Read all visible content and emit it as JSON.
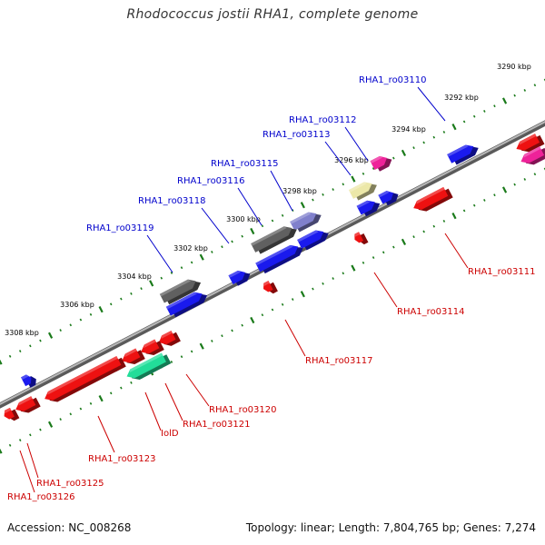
{
  "title": "Rhodococcus jostii RHA1, complete genome",
  "accession": "Accession: NC_008268",
  "stats": "Topology: linear; Length: 7,804,765 bp; Genes: 7,274",
  "colors": {
    "backbone": "#8a8a8a",
    "tick": "#1a7a1a",
    "forward_label": "#0000cc",
    "reverse_label": "#cc0000",
    "blue_gene": "#1a1aee",
    "red_gene": "#ee1111",
    "gray_gene": "#606060",
    "purple_gene": "#8080cc",
    "yellow_gene": "#ece8a8",
    "magenta_gene": "#ee2299",
    "teal_gene": "#22dd99"
  },
  "ticks": [
    {
      "label": "3290 kbp"
    },
    {
      "label": "3292 kbp"
    },
    {
      "label": "3294 kbp"
    },
    {
      "label": "3296 kbp"
    },
    {
      "label": "3298 kbp"
    },
    {
      "label": "3300 kbp"
    },
    {
      "label": "3302 kbp"
    },
    {
      "label": "3304 kbp"
    },
    {
      "label": "3306 kbp"
    },
    {
      "label": "3308 kbp"
    }
  ],
  "forward_genes": [
    {
      "label": "RHA1_ro03110"
    },
    {
      "label": "RHA1_ro03112"
    },
    {
      "label": "RHA1_ro03113"
    },
    {
      "label": "RHA1_ro03115"
    },
    {
      "label": "RHA1_ro03116"
    },
    {
      "label": "RHA1_ro03118"
    },
    {
      "label": "RHA1_ro03119"
    }
  ],
  "reverse_genes": [
    {
      "label": "RHA1_ro03111"
    },
    {
      "label": "RHA1_ro03114"
    },
    {
      "label": "RHA1_ro03117"
    },
    {
      "label": "RHA1_ro03120"
    },
    {
      "label": "RHA1_ro03121"
    },
    {
      "label": "IolD"
    },
    {
      "label": "RHA1_ro03123"
    },
    {
      "label": "RHA1_ro03125"
    },
    {
      "label": "RHA1_ro03126"
    }
  ]
}
